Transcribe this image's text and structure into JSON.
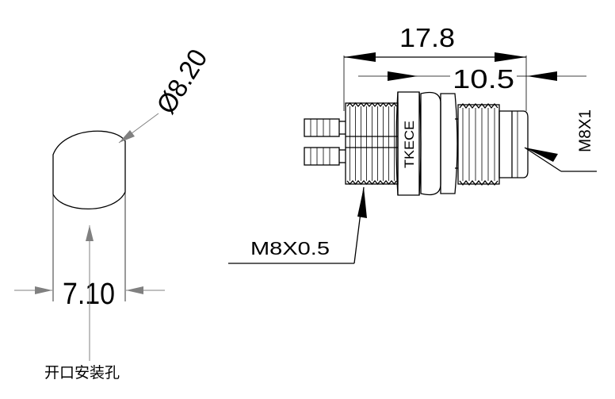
{
  "labels": {
    "hole_diameter": "Ø8.20",
    "hole_width": "7.10",
    "hole_caption": "开口安装孔",
    "total_length": "17.8",
    "front_length": "10.5",
    "front_thread": "M8X1",
    "rear_thread": "M8X0.5",
    "nut_brand": "TKECE"
  }
}
